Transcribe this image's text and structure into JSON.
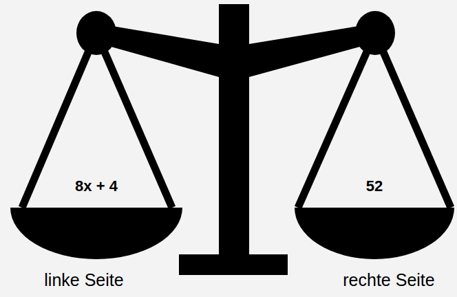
{
  "diagram": {
    "nodes": [
      {
        "text": [
          "8x + 4"
        ]
      },
      {
        "text": [
          "52"
        ]
      }
    ],
    "labels": [
      "linke Seite",
      "rechte Seite"
    ]
  }
}
